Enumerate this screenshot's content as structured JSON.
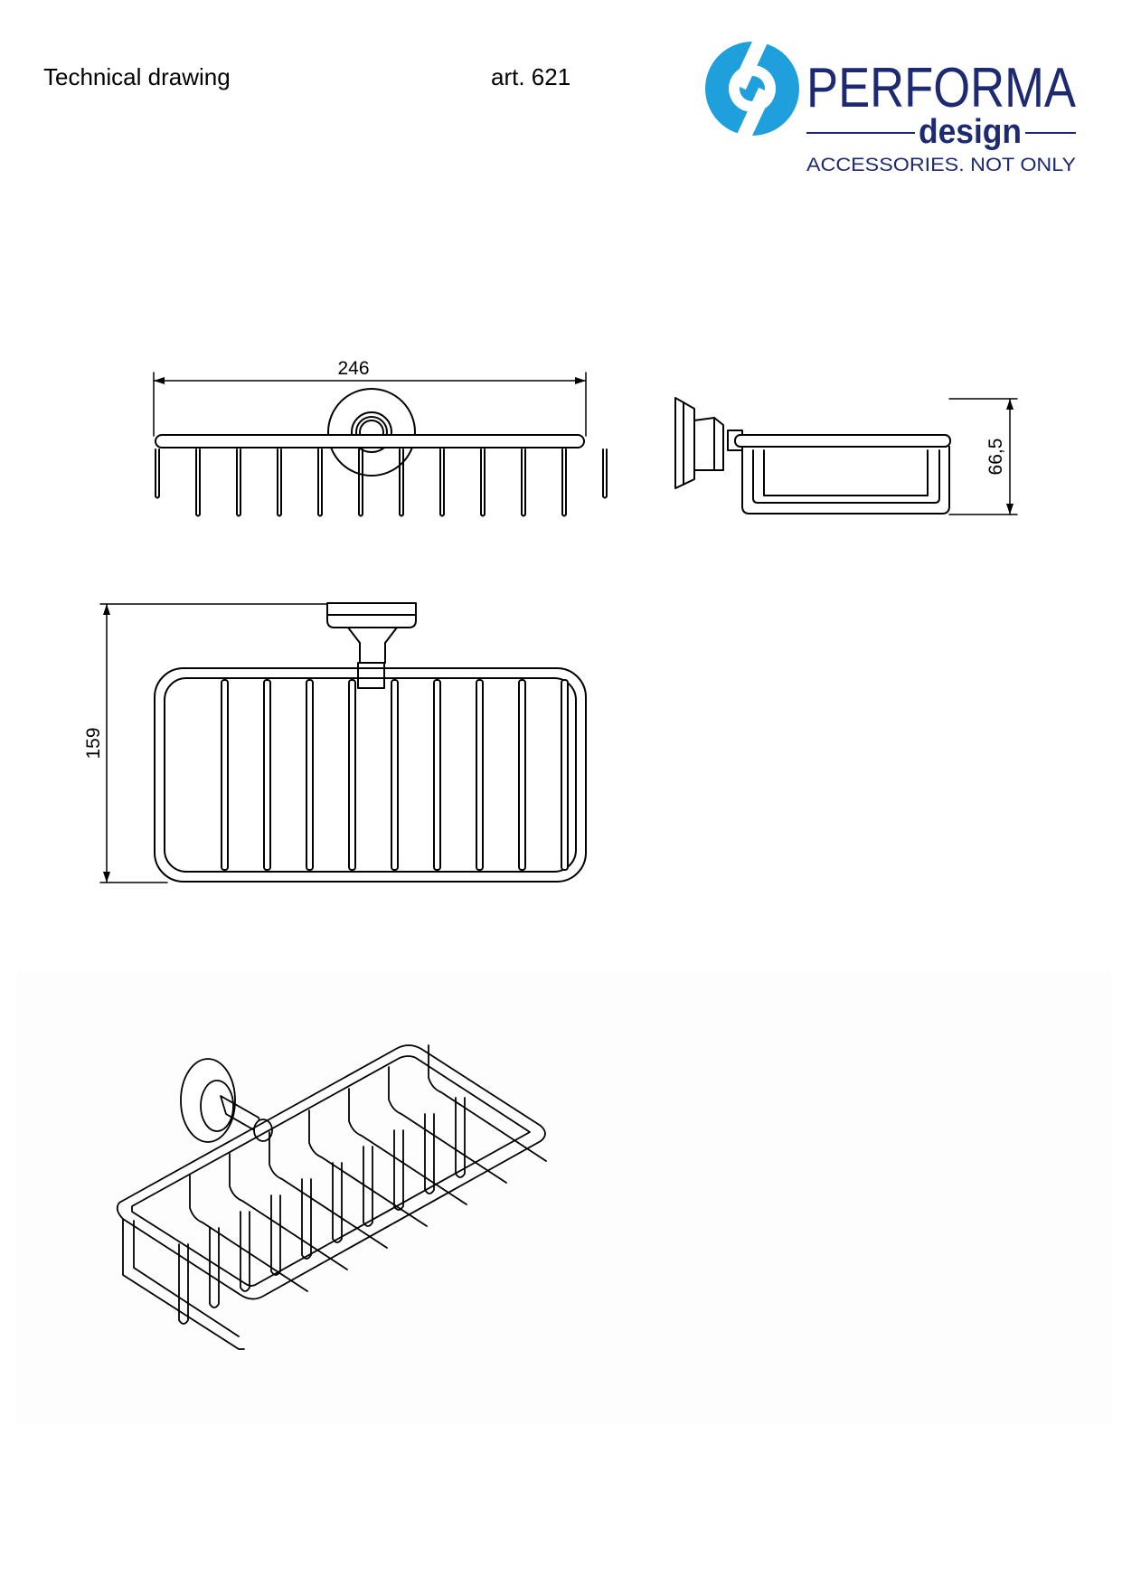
{
  "header": {
    "left_text": "Technical drawing",
    "article": "art. 621"
  },
  "logo": {
    "brand": "PERFORMA",
    "sub": "design",
    "tagline": "ACCESSORIES. NOT ONLY",
    "colors": {
      "circle": "#1fa0dd",
      "text": "#1d2a72"
    }
  },
  "dimensions": {
    "width": "246",
    "height_side": "66,5",
    "depth": "159"
  }
}
